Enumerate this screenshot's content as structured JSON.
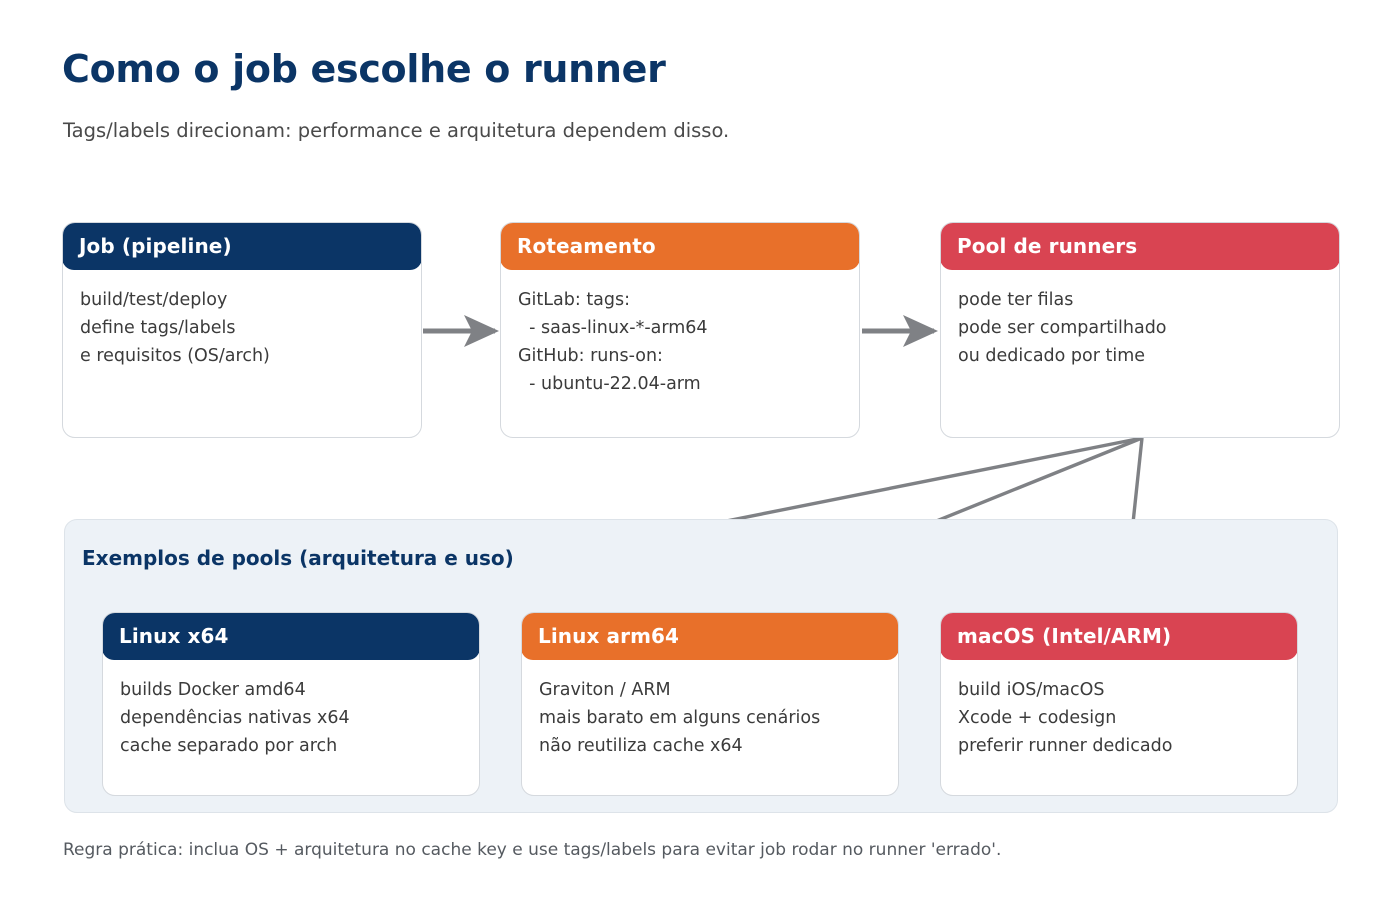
{
  "page": {
    "title": "Como o job escolhe o runner",
    "subtitle": "Tags/labels direcionam: performance e arquitetura dependem disso.",
    "footer_note": "Regra prática: inclua OS + arquitetura no cache key e use tags/labels para evitar job rodar no runner 'errado'."
  },
  "colors": {
    "navy": "#0b3566",
    "orange": "#e8702a",
    "red": "#d94452",
    "panel_bg": "#edf2f7",
    "card_border": "#d5d9de",
    "arrow": "#7f8185",
    "body_text": "#3b3b3b"
  },
  "flow": {
    "cards": [
      {
        "title": "Job (pipeline)",
        "accent": "navy",
        "lines": [
          "build/test/deploy",
          "define tags/labels",
          "e requisitos (OS/arch)"
        ]
      },
      {
        "title": "Roteamento",
        "accent": "orange",
        "lines": [
          "GitLab: tags:",
          "  - saas-linux-*-arm64",
          "GitHub: runs-on:",
          "  - ubuntu-22.04-arm"
        ]
      },
      {
        "title": "Pool de runners",
        "accent": "red",
        "lines": [
          "pode ter filas",
          "pode ser compartilhado",
          "ou dedicado por time"
        ]
      }
    ]
  },
  "examples": {
    "title": "Exemplos de pools (arquitetura e uso)",
    "cards": [
      {
        "title": "Linux x64",
        "accent": "navy",
        "lines": [
          "builds Docker amd64",
          "dependências nativas x64",
          "cache separado por arch"
        ]
      },
      {
        "title": "Linux arm64",
        "accent": "orange",
        "lines": [
          "Graviton / ARM",
          "mais barato em alguns cenários",
          "não reutiliza cache x64"
        ]
      },
      {
        "title": "macOS (Intel/ARM)",
        "accent": "red",
        "lines": [
          "build iOS/macOS",
          "Xcode + codesign",
          "preferir runner dedicado"
        ]
      }
    ]
  },
  "connectors": [
    {
      "name": "job-to-routing",
      "from": "Job (pipeline)",
      "to": "Roteamento"
    },
    {
      "name": "routing-to-pool",
      "from": "Roteamento",
      "to": "Pool de runners"
    },
    {
      "name": "pool-to-linux-x64",
      "from": "Pool de runners",
      "to": "Linux x64"
    },
    {
      "name": "pool-to-linux-arm64",
      "from": "Pool de runners",
      "to": "Linux arm64"
    },
    {
      "name": "pool-to-macos",
      "from": "Pool de runners",
      "to": "macOS (Intel/ARM)"
    }
  ]
}
